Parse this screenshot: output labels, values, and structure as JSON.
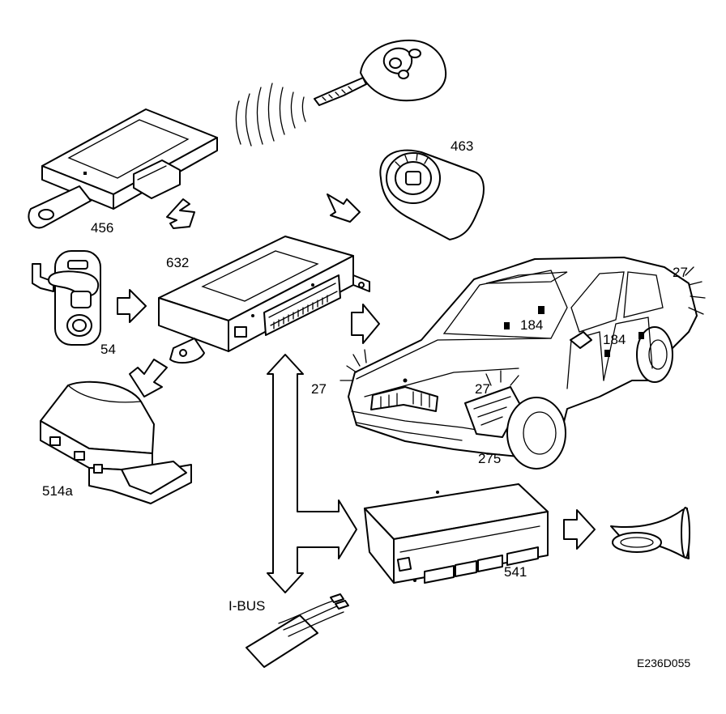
{
  "labels": {
    "key_receiver": "456",
    "key_cylinder": "463",
    "control_module": "632",
    "door_switch": "54",
    "hazard_switch": "514a",
    "alarm_sensor_left": "184",
    "alarm_sensor_right": "184",
    "lamp_27_right": "27",
    "lamp_27_front_left": "27",
    "lamp_27_front_mid": "27",
    "headlamp": "275",
    "sid_display": "541",
    "bus": "I-BUS",
    "drawing_code": "E236D055"
  }
}
